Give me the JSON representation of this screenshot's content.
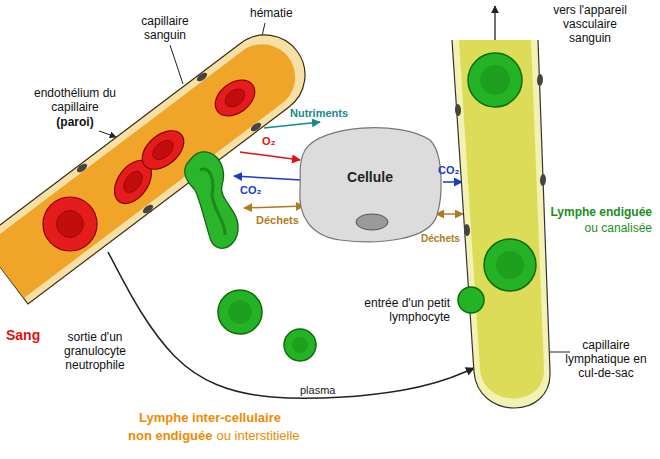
{
  "diagram": {
    "nodes": [
      {
        "text": [
          "Sang"
        ]
      },
      {
        "text": [
          "Cellule"
        ]
      },
      {
        "text": [
          "Lymphe endiguée",
          "ou canalisée"
        ]
      }
    ],
    "edges": [
      {
        "from": 0,
        "to": 1,
        "arrow": "to",
        "label": "Nutriments"
      },
      {
        "from": 0,
        "to": 1,
        "arrow": "to",
        "label": "O₂"
      },
      {
        "from": 1,
        "to": 0,
        "arrow": "to",
        "label": "CO₂"
      },
      {
        "from": 1,
        "to": 0,
        "arrow": "both",
        "label": "Déchets"
      },
      {
        "from": 1,
        "to": 2,
        "arrow": "to",
        "label": "CO₂"
      },
      {
        "from": 1,
        "to": 2,
        "arrow": "both",
        "label": "Déchets"
      },
      {
        "from": 0,
        "to": 2,
        "arrow": "to",
        "label": "plasma"
      }
    ],
    "labels": [
      "capillaire sanguin",
      "hématie",
      "endothélium du capillaire",
      "(paroi)",
      "sortie d'un granulocyte neutrophile",
      "vers l'appareil vasculaire sanguin",
      "entrée d'un petit lymphocyte",
      "capillaire lymphatique en cul-de-sac",
      "Lymphe inter-cellulaire",
      "non endiguée",
      "ou interstitielle"
    ]
  }
}
